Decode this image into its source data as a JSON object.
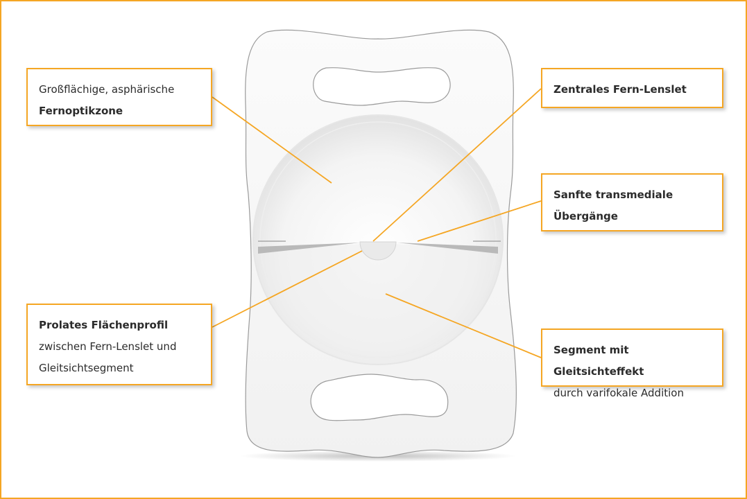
{
  "colors": {
    "accent": "#f5a623",
    "lens_outline": "#9a9a9a",
    "text": "#2b2b2b"
  },
  "callouts": {
    "fernoptik": {
      "line1": "Großflächige, asphärische",
      "line2": "Fernoptikzone"
    },
    "zentral": {
      "line1": "Zentrales Fern-Lenslet"
    },
    "sanft": {
      "line1": "Sanfte transmediale",
      "line2": "Übergänge"
    },
    "prolat": {
      "line1": "Prolates Flächenprofil",
      "line2": "zwischen Fern-Lenslet und",
      "line3": "Gleitsichtsegment"
    },
    "segment": {
      "line1": "Segment mit Gleitsichteffekt",
      "line2": "durch varifokale Addition"
    }
  }
}
